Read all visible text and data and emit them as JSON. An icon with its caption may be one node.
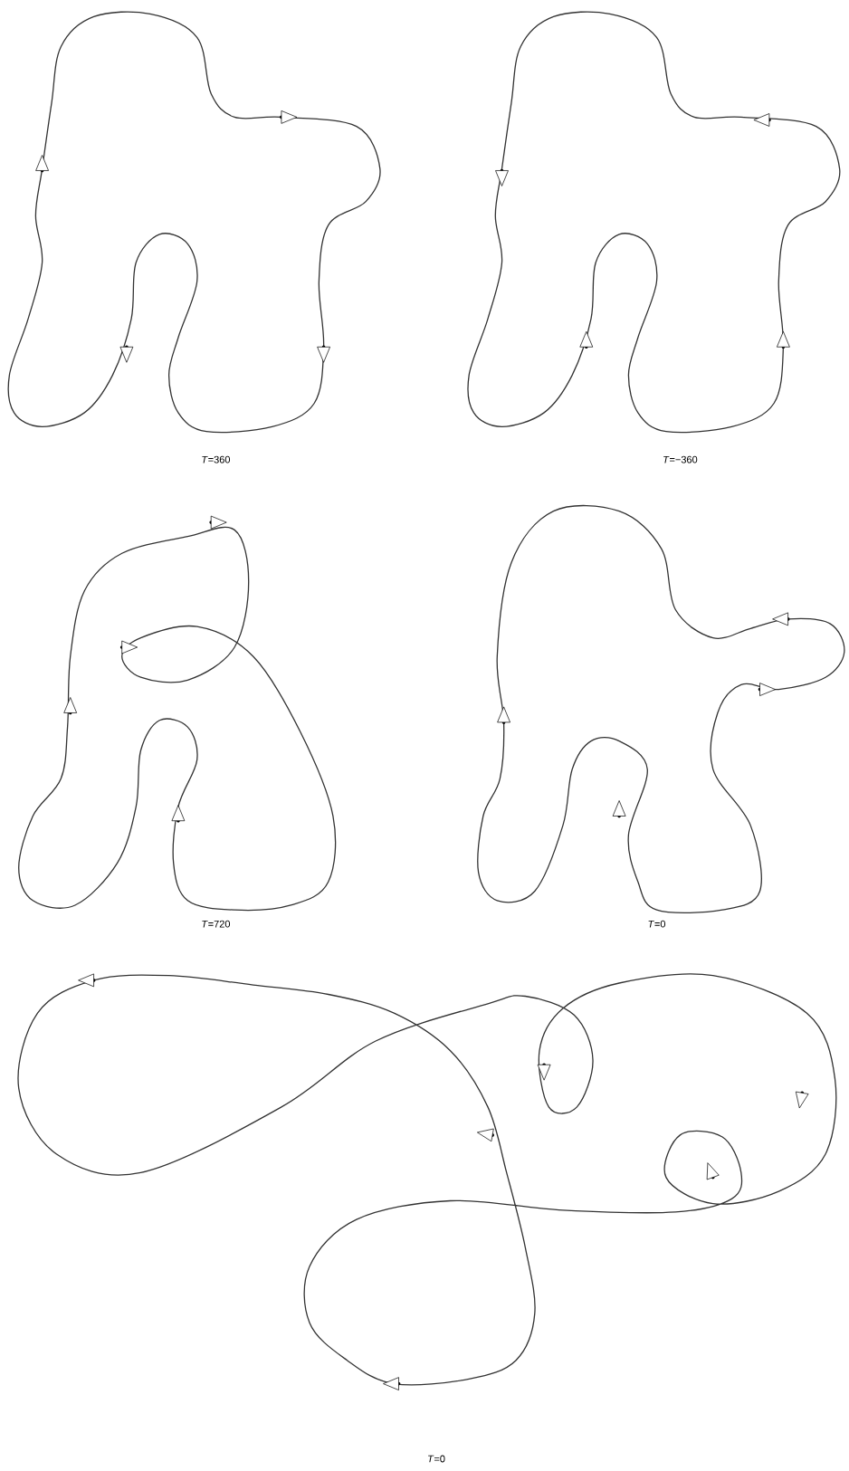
{
  "diagram": {
    "labels": [
      "*T*=360",
      "*T*=−360",
      "*T*=720",
      "*T*=0",
      "*T*=0"
    ]
  }
}
